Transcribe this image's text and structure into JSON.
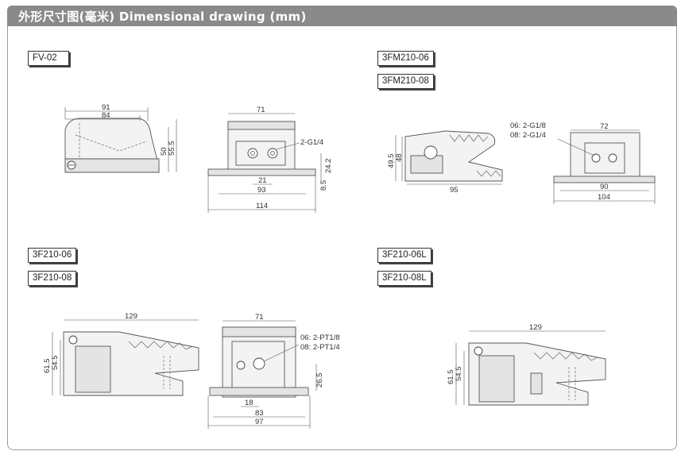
{
  "header": {
    "title": "外形尺寸图(毫米) Dimensional drawing (mm)"
  },
  "models": {
    "fv02": "FV-02",
    "fm06": "3FM210-06",
    "fm08": "3FM210-08",
    "f06": "3F210-06",
    "f08": "3F210-08",
    "f06l": "3F210-06L",
    "f08l": "3F210-08L"
  },
  "dims": {
    "fv_side": {
      "w91": "91",
      "w84": "84",
      "h50": "50",
      "h55": "55.5"
    },
    "fv_front": {
      "w71": "71",
      "port": "2-G1/4",
      "h24": "24.2",
      "h8": "8.5",
      "w21": "21",
      "w93": "93",
      "w114": "114"
    },
    "fm_side": {
      "h49": "49.5",
      "h48": "48",
      "w95": "95"
    },
    "fm_front": {
      "port06": "06: 2-G1/8",
      "port08": "08: 2-G1/4",
      "w72": "72",
      "w90": "90",
      "w104": "104"
    },
    "f_side": {
      "w129": "129",
      "h61": "61.5",
      "h54": "54.5"
    },
    "f_front": {
      "w71": "71",
      "port06": "06: 2-PT1/8",
      "port08": "08: 2-PT1/4",
      "h26": "26.5",
      "w18": "18",
      "w83": "83",
      "w97": "97"
    },
    "fl_side": {
      "w129": "129",
      "h61": "61.5",
      "h54": "54.5"
    }
  }
}
